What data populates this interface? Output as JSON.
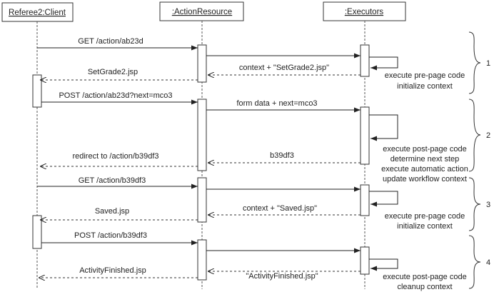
{
  "participants": [
    {
      "id": "client",
      "label": "Referee2:Client"
    },
    {
      "id": "resource",
      "label": ":ActionResource"
    },
    {
      "id": "executors",
      "label": ":Executors"
    }
  ],
  "messages": [
    {
      "id": "m1",
      "text": "GET /action/ab23d"
    },
    {
      "id": "m2",
      "text": "context + \"SetGrade2.jsp\""
    },
    {
      "id": "m3",
      "text": "SetGrade2.jsp"
    },
    {
      "id": "m4",
      "text": "POST /action/ab23d?next=mco3"
    },
    {
      "id": "m5",
      "text": "form data + next=mco3"
    },
    {
      "id": "m6",
      "text": "b39df3"
    },
    {
      "id": "m7",
      "text": "redirect to /action/b39df3"
    },
    {
      "id": "m8",
      "text": "GET /action/b39df3"
    },
    {
      "id": "m9",
      "text": "context + \"Saved.jsp\""
    },
    {
      "id": "m10",
      "text": "Saved.jsp"
    },
    {
      "id": "m11",
      "text": "POST /action/b39df3"
    },
    {
      "id": "m12",
      "text": "\"ActivityFinished.jsp\""
    },
    {
      "id": "m13",
      "text": "ActivityFinished.jsp"
    }
  ],
  "notes": {
    "n1": [
      "execute pre-page code",
      "initialize context"
    ],
    "n2": [
      "execute post-page code",
      "determine next step",
      "execute automatic action",
      "update workflow context"
    ],
    "n3": [
      "execute pre-page code",
      "initialize context"
    ],
    "n4": [
      "execute post-page code",
      "cleanup context"
    ]
  },
  "phases": [
    "1",
    "2",
    "3",
    "4"
  ]
}
